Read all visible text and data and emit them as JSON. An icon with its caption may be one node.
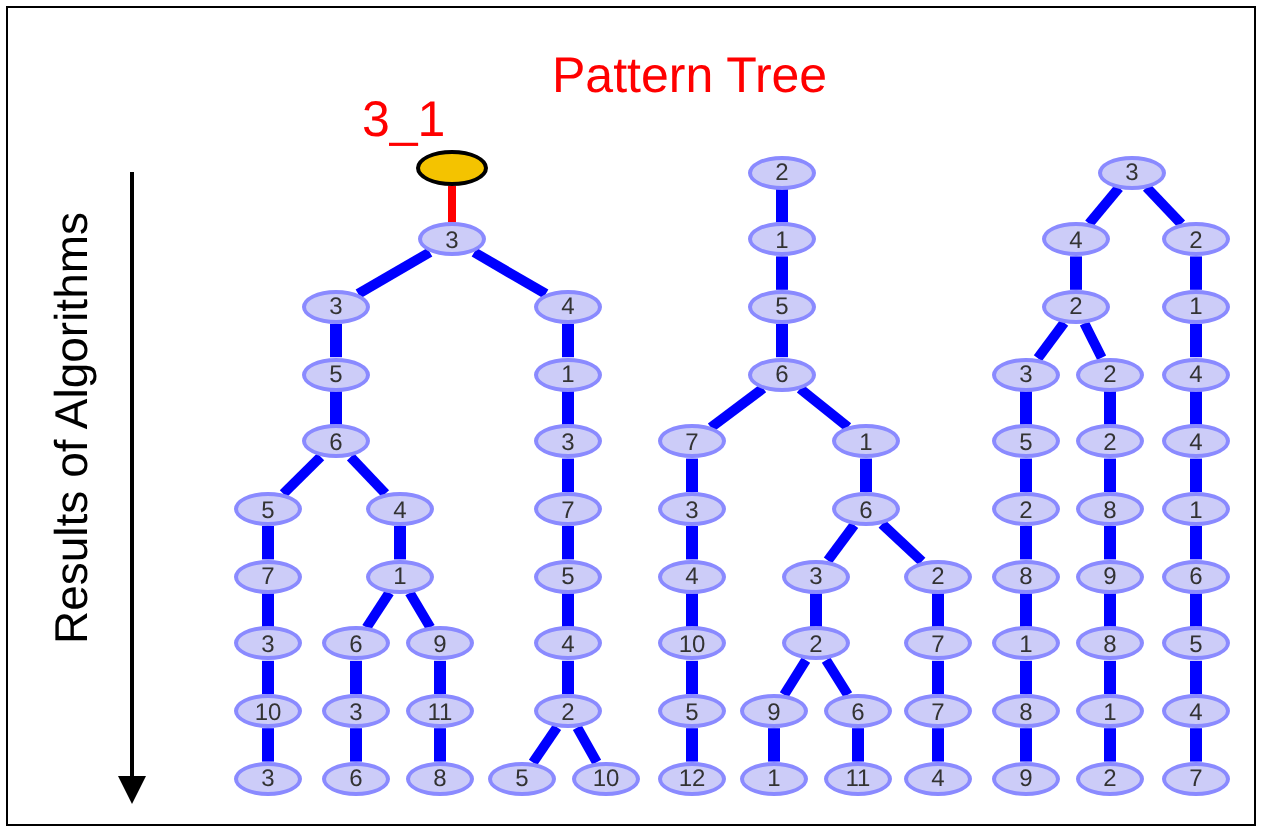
{
  "diagram": {
    "title": "Pattern Tree",
    "nodes": [
      {
        "text": [],
        "shape": "ellipse",
        "beside": [
          "3_1"
        ]
      },
      {
        "text": [
          "3"
        ]
      },
      {
        "text": [
          "3"
        ]
      },
      {
        "text": [
          "5"
        ]
      },
      {
        "text": [
          "6"
        ]
      },
      {
        "text": [
          "5"
        ]
      },
      {
        "text": [
          "7"
        ]
      },
      {
        "text": [
          "3"
        ]
      },
      {
        "text": [
          "10"
        ]
      },
      {
        "text": [
          "3"
        ]
      },
      {
        "text": [
          "4"
        ]
      },
      {
        "text": [
          "1"
        ]
      },
      {
        "text": [
          "6"
        ]
      },
      {
        "text": [
          "3"
        ]
      },
      {
        "text": [
          "6"
        ]
      },
      {
        "text": [
          "9"
        ]
      },
      {
        "text": [
          "11"
        ]
      },
      {
        "text": [
          "8"
        ]
      },
      {
        "text": [
          "4"
        ]
      },
      {
        "text": [
          "1"
        ]
      },
      {
        "text": [
          "3"
        ]
      },
      {
        "text": [
          "7"
        ]
      },
      {
        "text": [
          "5"
        ]
      },
      {
        "text": [
          "4"
        ]
      },
      {
        "text": [
          "2"
        ]
      },
      {
        "text": [
          "5"
        ]
      },
      {
        "text": [
          "10"
        ]
      },
      {
        "text": [
          "2"
        ]
      },
      {
        "text": [
          "1"
        ]
      },
      {
        "text": [
          "5"
        ]
      },
      {
        "text": [
          "6"
        ]
      },
      {
        "text": [
          "7"
        ]
      },
      {
        "text": [
          "3"
        ]
      },
      {
        "text": [
          "4"
        ]
      },
      {
        "text": [
          "10"
        ]
      },
      {
        "text": [
          "5"
        ]
      },
      {
        "text": [
          "12"
        ]
      },
      {
        "text": [
          "1"
        ]
      },
      {
        "text": [
          "6"
        ]
      },
      {
        "text": [
          "3"
        ]
      },
      {
        "text": [
          "2"
        ]
      },
      {
        "text": [
          "9"
        ]
      },
      {
        "text": [
          "1"
        ]
      },
      {
        "text": [
          "6"
        ]
      },
      {
        "text": [
          "11"
        ]
      },
      {
        "text": [
          "2"
        ]
      },
      {
        "text": [
          "7"
        ]
      },
      {
        "text": [
          "7"
        ]
      },
      {
        "text": [
          "4"
        ]
      },
      {
        "text": [
          "3"
        ]
      },
      {
        "text": [
          "4"
        ]
      },
      {
        "text": [
          "2"
        ]
      },
      {
        "text": [
          "3"
        ]
      },
      {
        "text": [
          "5"
        ]
      },
      {
        "text": [
          "2"
        ]
      },
      {
        "text": [
          "8"
        ]
      },
      {
        "text": [
          "1"
        ]
      },
      {
        "text": [
          "8"
        ]
      },
      {
        "text": [
          "9"
        ]
      },
      {
        "text": [
          "2"
        ]
      },
      {
        "text": [
          "2"
        ]
      },
      {
        "text": [
          "8"
        ]
      },
      {
        "text": [
          "9"
        ]
      },
      {
        "text": [
          "8"
        ]
      },
      {
        "text": [
          "1"
        ]
      },
      {
        "text": [
          "2"
        ]
      },
      {
        "text": [
          "2"
        ]
      },
      {
        "text": [
          "1"
        ]
      },
      {
        "text": [
          "4"
        ]
      },
      {
        "text": [
          "4"
        ]
      },
      {
        "text": [
          "1"
        ]
      },
      {
        "text": [
          "6"
        ]
      },
      {
        "text": [
          "5"
        ]
      },
      {
        "text": [
          "4"
        ]
      },
      {
        "text": [
          "7"
        ]
      }
    ],
    "edges": [
      {
        "from": 0,
        "to": 1,
        "arrow": "none",
        "color": "#ff0000"
      },
      {
        "from": 1,
        "to": 2,
        "arrow": "none"
      },
      {
        "from": 2,
        "to": 3,
        "arrow": "none"
      },
      {
        "from": 3,
        "to": 4,
        "arrow": "none"
      },
      {
        "from": 4,
        "to": 5,
        "arrow": "none"
      },
      {
        "from": 5,
        "to": 6,
        "arrow": "none"
      },
      {
        "from": 6,
        "to": 7,
        "arrow": "none"
      },
      {
        "from": 7,
        "to": 8,
        "arrow": "none"
      },
      {
        "from": 8,
        "to": 9,
        "arrow": "none"
      },
      {
        "from": 4,
        "to": 10,
        "arrow": "none"
      },
      {
        "from": 10,
        "to": 11,
        "arrow": "none"
      },
      {
        "from": 11,
        "to": 12,
        "arrow": "none"
      },
      {
        "from": 12,
        "to": 13,
        "arrow": "none"
      },
      {
        "from": 13,
        "to": 14,
        "arrow": "none"
      },
      {
        "from": 11,
        "to": 15,
        "arrow": "none"
      },
      {
        "from": 15,
        "to": 16,
        "arrow": "none"
      },
      {
        "from": 16,
        "to": 17,
        "arrow": "none"
      },
      {
        "from": 1,
        "to": 18,
        "arrow": "none"
      },
      {
        "from": 18,
        "to": 19,
        "arrow": "none"
      },
      {
        "from": 19,
        "to": 20,
        "arrow": "none"
      },
      {
        "from": 20,
        "to": 21,
        "arrow": "none"
      },
      {
        "from": 21,
        "to": 22,
        "arrow": "none"
      },
      {
        "from": 22,
        "to": 23,
        "arrow": "none"
      },
      {
        "from": 23,
        "to": 24,
        "arrow": "none"
      },
      {
        "from": 24,
        "to": 25,
        "arrow": "none"
      },
      {
        "from": 24,
        "to": 26,
        "arrow": "none"
      },
      {
        "from": 27,
        "to": 28,
        "arrow": "none"
      },
      {
        "from": 28,
        "to": 29,
        "arrow": "none"
      },
      {
        "from": 29,
        "to": 30,
        "arrow": "none"
      },
      {
        "from": 30,
        "to": 31,
        "arrow": "none"
      },
      {
        "from": 31,
        "to": 32,
        "arrow": "none"
      },
      {
        "from": 32,
        "to": 33,
        "arrow": "none"
      },
      {
        "from": 33,
        "to": 34,
        "arrow": "none"
      },
      {
        "from": 34,
        "to": 35,
        "arrow": "none"
      },
      {
        "from": 35,
        "to": 36,
        "arrow": "none"
      },
      {
        "from": 30,
        "to": 37,
        "arrow": "none"
      },
      {
        "from": 37,
        "to": 38,
        "arrow": "none"
      },
      {
        "from": 38,
        "to": 39,
        "arrow": "none"
      },
      {
        "from": 39,
        "to": 40,
        "arrow": "none"
      },
      {
        "from": 40,
        "to": 41,
        "arrow": "none"
      },
      {
        "from": 41,
        "to": 42,
        "arrow": "none"
      },
      {
        "from": 40,
        "to": 43,
        "arrow": "none"
      },
      {
        "from": 43,
        "to": 44,
        "arrow": "none"
      },
      {
        "from": 38,
        "to": 45,
        "arrow": "none"
      },
      {
        "from": 45,
        "to": 46,
        "arrow": "none"
      },
      {
        "from": 46,
        "to": 47,
        "arrow": "none"
      },
      {
        "from": 47,
        "to": 48,
        "arrow": "none"
      },
      {
        "from": 49,
        "to": 50,
        "arrow": "none"
      },
      {
        "from": 50,
        "to": 51,
        "arrow": "none"
      },
      {
        "from": 51,
        "to": 52,
        "arrow": "none"
      },
      {
        "from": 52,
        "to": 53,
        "arrow": "none"
      },
      {
        "from": 53,
        "to": 54,
        "arrow": "none"
      },
      {
        "from": 54,
        "to": 55,
        "arrow": "none"
      },
      {
        "from": 55,
        "to": 56,
        "arrow": "none"
      },
      {
        "from": 56,
        "to": 57,
        "arrow": "none"
      },
      {
        "from": 57,
        "to": 58,
        "arrow": "none"
      },
      {
        "from": 51,
        "to": 59,
        "arrow": "none"
      },
      {
        "from": 59,
        "to": 60,
        "arrow": "none"
      },
      {
        "from": 60,
        "to": 61,
        "arrow": "none"
      },
      {
        "from": 61,
        "to": 62,
        "arrow": "none"
      },
      {
        "from": 62,
        "to": 63,
        "arrow": "none"
      },
      {
        "from": 63,
        "to": 64,
        "arrow": "none"
      },
      {
        "from": 64,
        "to": 65,
        "arrow": "none"
      },
      {
        "from": 49,
        "to": 66,
        "arrow": "none"
      },
      {
        "from": 66,
        "to": 67,
        "arrow": "none"
      },
      {
        "from": 67,
        "to": 68,
        "arrow": "none"
      },
      {
        "from": 68,
        "to": 69,
        "arrow": "none"
      },
      {
        "from": 69,
        "to": 70,
        "arrow": "none"
      },
      {
        "from": 70,
        "to": 71,
        "arrow": "none"
      },
      {
        "from": 71,
        "to": 72,
        "arrow": "none"
      },
      {
        "from": 72,
        "to": 73,
        "arrow": "none"
      },
      {
        "from": 73,
        "to": 74,
        "arrow": "none"
      }
    ],
    "labels": [
      "Results of Algorithms"
    ]
  }
}
